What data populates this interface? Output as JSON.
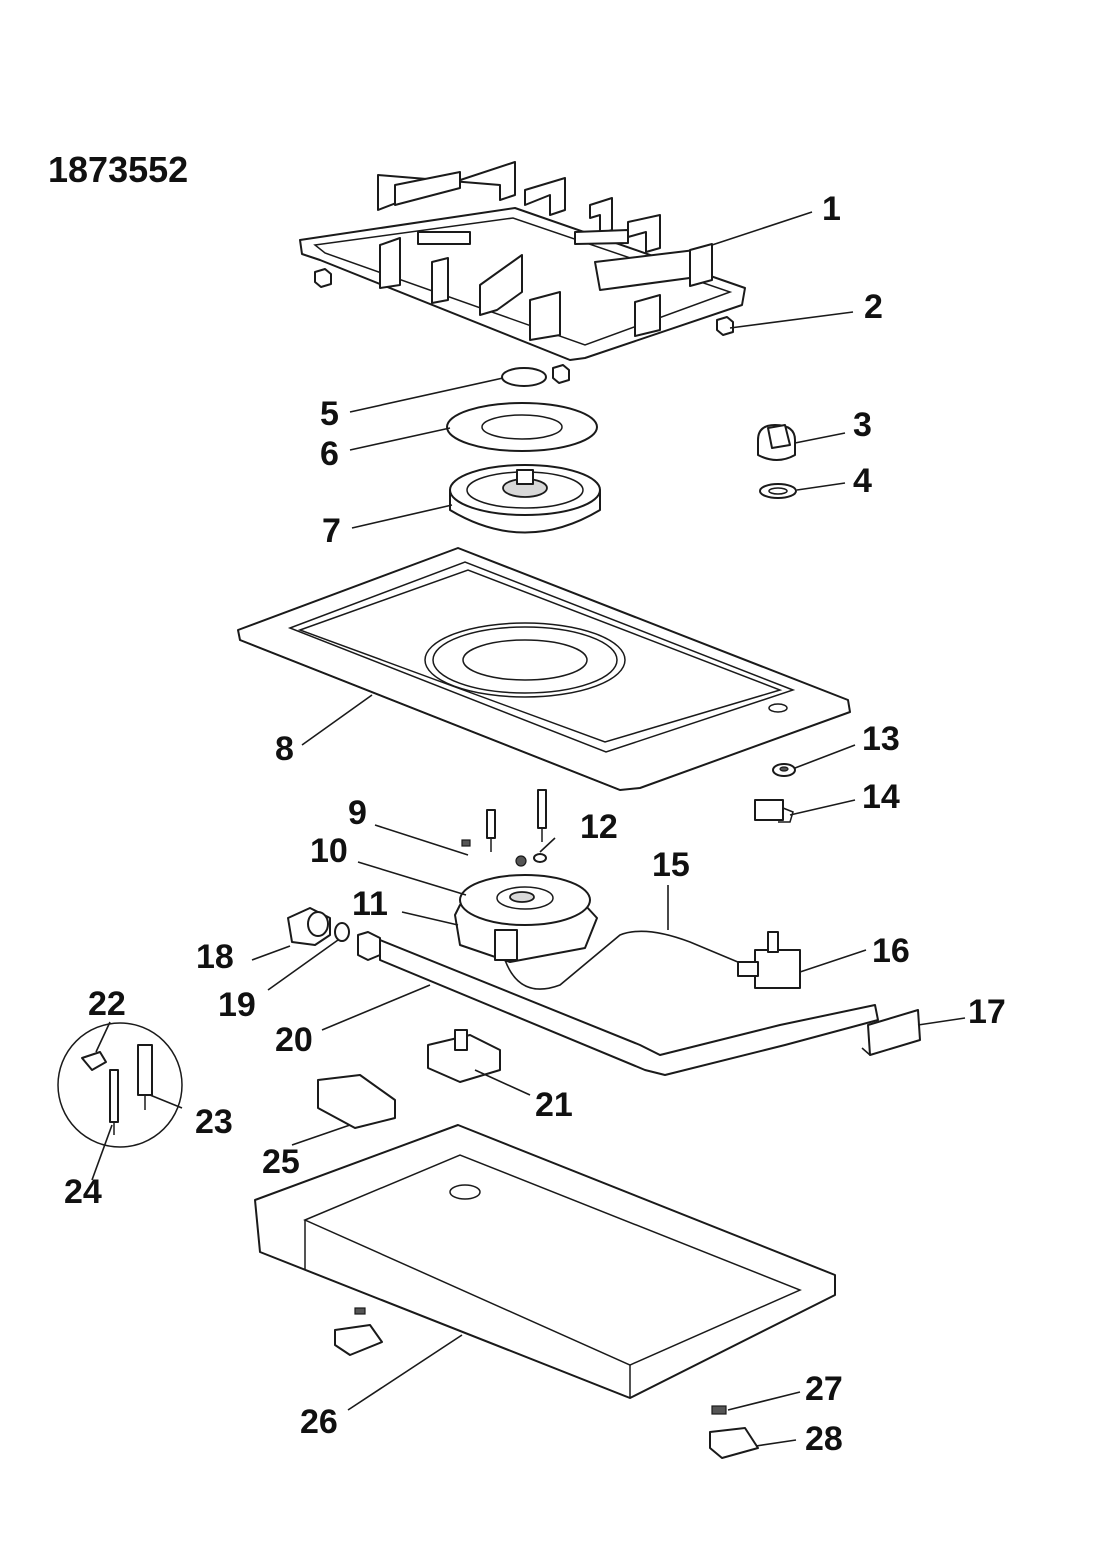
{
  "diagram_number": "1873552",
  "callouts": [
    "1",
    "2",
    "3",
    "4",
    "5",
    "6",
    "7",
    "8",
    "9",
    "10",
    "11",
    "12",
    "13",
    "14",
    "15",
    "16",
    "17",
    "18",
    "19",
    "20",
    "21",
    "22",
    "23",
    "24",
    "25",
    "26",
    "27",
    "28"
  ]
}
